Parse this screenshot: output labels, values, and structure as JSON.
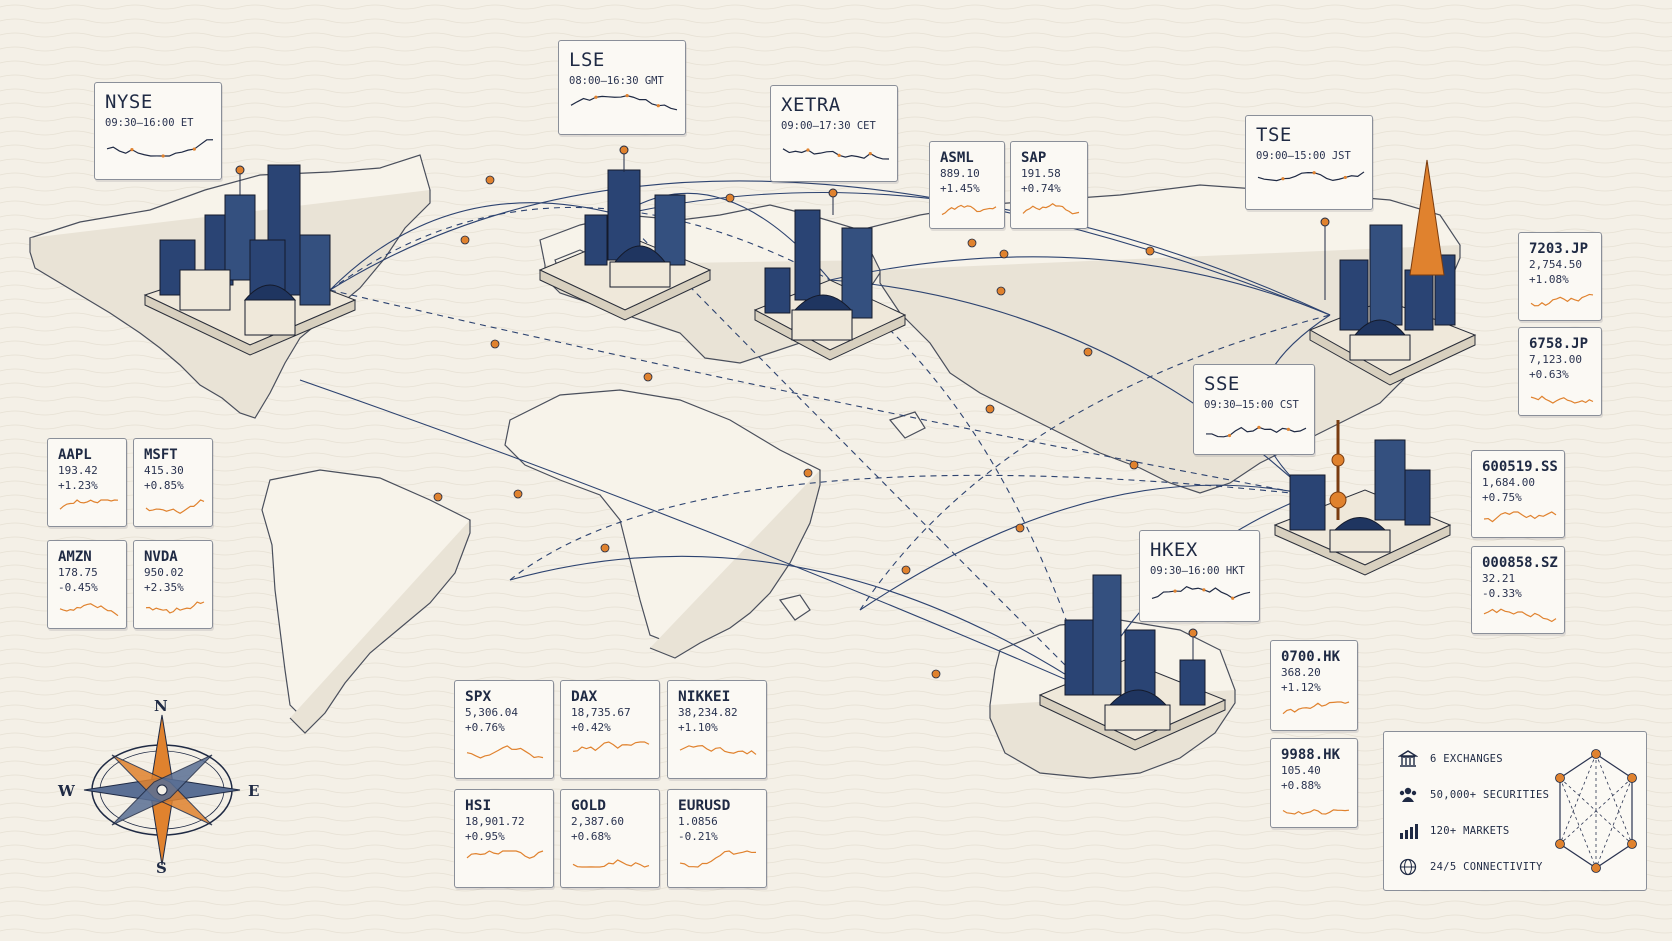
{
  "colors": {
    "navy": "#1f3560",
    "orange": "#e0822e",
    "paper": "#f4f0e7",
    "land": "#f6f2e9"
  },
  "exchanges": [
    {
      "id": "nyse",
      "name": "NYSE",
      "hours": "09:30–16:00 ET"
    },
    {
      "id": "lse",
      "name": "LSE",
      "hours": "08:00–16:30 GMT"
    },
    {
      "id": "xetra",
      "name": "XETRA",
      "hours": "09:00–17:30 CET"
    },
    {
      "id": "tse",
      "name": "TSE",
      "hours": "09:00–15:00 JST"
    },
    {
      "id": "sse",
      "name": "SSE",
      "hours": "09:30–15:00 CST"
    },
    {
      "id": "hkex",
      "name": "HKEX",
      "hours": "09:30–16:00 HKT"
    }
  ],
  "tickers": [
    {
      "id": "aapl",
      "symbol": "AAPL",
      "price": "193.42",
      "change": "+1.23%"
    },
    {
      "id": "msft",
      "symbol": "MSFT",
      "price": "415.30",
      "change": "+0.85%"
    },
    {
      "id": "amzn",
      "symbol": "AMZN",
      "price": "178.75",
      "change": "-0.45%"
    },
    {
      "id": "nvda",
      "symbol": "NVDA",
      "price": "950.02",
      "change": "+2.35%"
    },
    {
      "id": "asml",
      "symbol": "ASML",
      "price": "889.10",
      "change": "+1.45%"
    },
    {
      "id": "sap",
      "symbol": "SAP",
      "price": "191.58",
      "change": "+0.74%"
    },
    {
      "id": "t7203",
      "symbol": "7203.JP",
      "price": "2,754.50",
      "change": "+1.08%"
    },
    {
      "id": "t6758",
      "symbol": "6758.JP",
      "price": "7,123.00",
      "change": "+0.63%"
    },
    {
      "id": "t600519",
      "symbol": "600519.SS",
      "price": "1,684.00",
      "change": "+0.75%"
    },
    {
      "id": "t000858",
      "symbol": "000858.SZ",
      "price": "32.21",
      "change": "-0.33%"
    },
    {
      "id": "t0700",
      "symbol": "0700.HK",
      "price": "368.20",
      "change": "+1.12%"
    },
    {
      "id": "t9988",
      "symbol": "9988.HK",
      "price": "105.40",
      "change": "+0.88%"
    }
  ],
  "indices": [
    {
      "id": "spx",
      "symbol": "SPX",
      "value": "5,306.04",
      "change": "+0.76%"
    },
    {
      "id": "dax",
      "symbol": "DAX",
      "value": "18,735.67",
      "change": "+0.42%"
    },
    {
      "id": "nikkei",
      "symbol": "NIKKEI",
      "value": "38,234.82",
      "change": "+1.10%"
    },
    {
      "id": "hsi",
      "symbol": "HSI",
      "value": "18,901.72",
      "change": "+0.95%"
    },
    {
      "id": "gold",
      "symbol": "GOLD",
      "value": "2,387.60",
      "change": "+0.68%"
    },
    {
      "id": "eurusd",
      "symbol": "EURUSD",
      "value": "1.0856",
      "change": "-0.21%"
    }
  ],
  "stats": [
    {
      "icon": "bank-icon",
      "label": "6 EXCHANGES"
    },
    {
      "icon": "people-icon",
      "label": "50,000+ SECURITIES"
    },
    {
      "icon": "bar-chart-icon",
      "label": "120+ MARKETS"
    },
    {
      "icon": "globe-icon",
      "label": "24/5 CONNECTIVITY"
    }
  ],
  "compass": {
    "n": "N",
    "e": "E",
    "s": "S",
    "w": "W"
  }
}
